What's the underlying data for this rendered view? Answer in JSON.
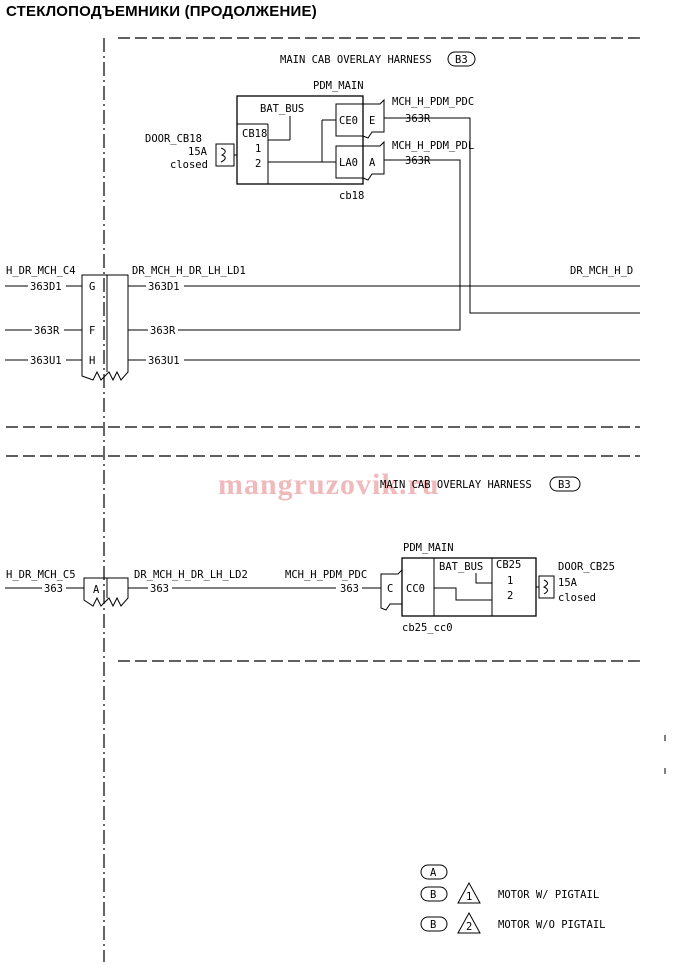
{
  "title": "СТЕКЛОПОДЪЕМНИКИ (ПРОДОЛЖЕНИЕ)",
  "watermark": "mangruzovik.ru",
  "top": {
    "harness_label": "MAIN CAB OVERLAY HARNESS",
    "harness_badge": "B3",
    "pdm": {
      "name": "PDM_MAIN",
      "bat_bus": "BAT_BUS",
      "cb_name": "CB18",
      "cb_pin1": "1",
      "cb_pin2": "2",
      "pin_ce": "CE0",
      "pin_la": "LA0",
      "conn_e": "E",
      "conn_a": "A",
      "sub_label": "cb18"
    },
    "breaker": {
      "name": "DOOR_CB18",
      "rating": "15A",
      "state": "closed"
    },
    "wire_pdc": {
      "name": "MCH_H_PDM_PDC",
      "code": "363R"
    },
    "wire_pdl": {
      "name": "MCH_H_PDM_PDL",
      "code": "363R"
    },
    "conn_left_name": "H_DR_MCH_C4",
    "conn_right_name": "DR_MCH_H_DR_LH_LD1",
    "far_right_label": "DR_MCH_H_D",
    "pins": [
      {
        "pin": "G",
        "left": "363D1",
        "right": "363D1"
      },
      {
        "pin": "F",
        "left": "363R",
        "right": "363R"
      },
      {
        "pin": "H",
        "left": "363U1",
        "right": "363U1"
      }
    ]
  },
  "bottom": {
    "harness_label": "MAIN CAB OVERLAY HARNESS",
    "harness_badge": "B3",
    "conn_left_name": "H_DR_MCH_C5",
    "conn_right_name": "DR_MCH_H_DR_LH_LD2",
    "pin": "A",
    "left_code": "363",
    "right_code": "363",
    "wire_pdc": {
      "name": "MCH_H_PDM_PDC",
      "code": "363"
    },
    "pdm": {
      "name": "PDM_MAIN",
      "bat_bus": "BAT_BUS",
      "cb_name": "CB25",
      "cb_pin1": "1",
      "cb_pin2": "2",
      "pin_cc": "CC0",
      "conn_c": "C",
      "sub_label": "cb25_cc0"
    },
    "breaker": {
      "name": "DOOR_CB25",
      "rating": "15A",
      "state": "closed"
    }
  },
  "legend": [
    {
      "badge": "A",
      "num": "1",
      "text": "MOTOR W/ PIGTAIL"
    },
    {
      "badge": "B",
      "num": "2",
      "text": "MOTOR W/O PIGTAIL"
    }
  ],
  "legend_extra_badge": "B"
}
